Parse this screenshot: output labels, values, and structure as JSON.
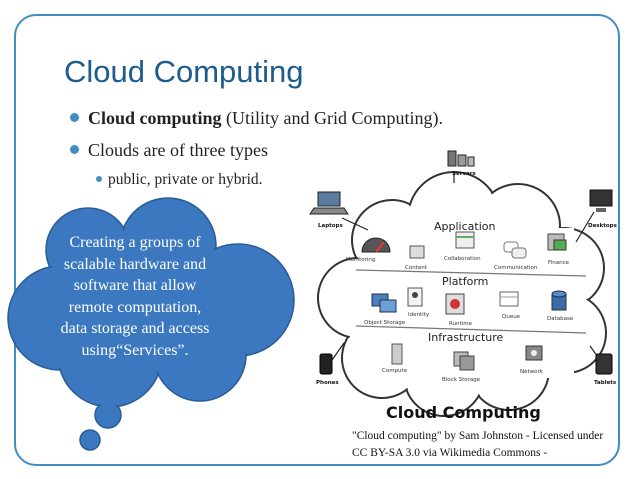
{
  "slide": {
    "title": "Cloud Computing",
    "bullets": [
      {
        "bold": "Cloud computing",
        "rest": " (Utility and Grid Computing)."
      },
      {
        "bold": "",
        "rest": "Clouds are of three types"
      }
    ],
    "sub_bullet": "public, private or hybrid."
  },
  "callout": {
    "lines": [
      "Creating a groups of",
      "scalable hardware and",
      "software that allow",
      "remote computation,",
      "data storage and access",
      "using“Services”."
    ]
  },
  "diagram": {
    "section_labels": {
      "application": "Application",
      "platform": "Platform",
      "infrastructure": "Infrastructure"
    },
    "caption": "Cloud Computing",
    "devices": {
      "servers": "Servers",
      "laptops": "Laptops",
      "desktops": "Desktops",
      "phones": "Phones",
      "tablets": "Tablets"
    },
    "app_items": {
      "monitoring": "Monitoring",
      "content": "Content",
      "collaboration": "Collaboration",
      "communication": "Communication",
      "finance": "Finance"
    },
    "platform_items": {
      "object_storage": "Object Storage",
      "identity": "Identity",
      "runtime": "Runtime",
      "queue": "Queue",
      "database": "Database"
    },
    "infra_items": {
      "compute": "Compute",
      "block_storage": "Block Storage",
      "network": "Network"
    }
  },
  "credit": {
    "lines": [
      "\"Cloud computing\" by Sam Johnston - Licensed under",
      "CC BY-SA 3.0 via Wikimedia Commons -"
    ]
  },
  "colors": {
    "frame": "#3f8fc2",
    "title": "#1b5c8c",
    "bullet": "#3f8fc2",
    "callout_fill": "#3b78c0",
    "callout_stroke": "#2a5b94"
  }
}
